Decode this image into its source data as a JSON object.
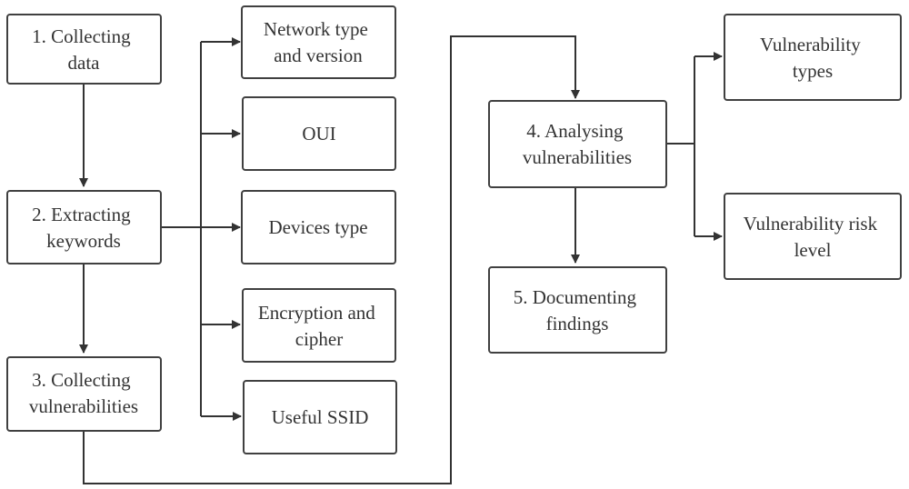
{
  "steps": {
    "collecting_data": [
      "1. Collecting",
      "data"
    ],
    "extracting_keywords": [
      "2. Extracting",
      "keywords"
    ],
    "collecting_vulnerabilities": [
      "3. Collecting",
      "vulnerabilities"
    ],
    "analysing_vulnerabilities": [
      "4. Analysing",
      "vulnerabilities"
    ],
    "documenting_findings": [
      "5. Documenting",
      "findings"
    ]
  },
  "keywords": {
    "network_type": [
      "Network type",
      "and version"
    ],
    "oui": [
      "OUI"
    ],
    "devices_type": [
      "Devices type"
    ],
    "encryption": [
      "Encryption and",
      "cipher"
    ],
    "useful_ssid": [
      "Useful SSID"
    ]
  },
  "analysis_outputs": {
    "vulnerability_types": [
      "Vulnerability",
      "types"
    ],
    "risk_level": [
      "Vulnerability risk",
      "level"
    ]
  }
}
